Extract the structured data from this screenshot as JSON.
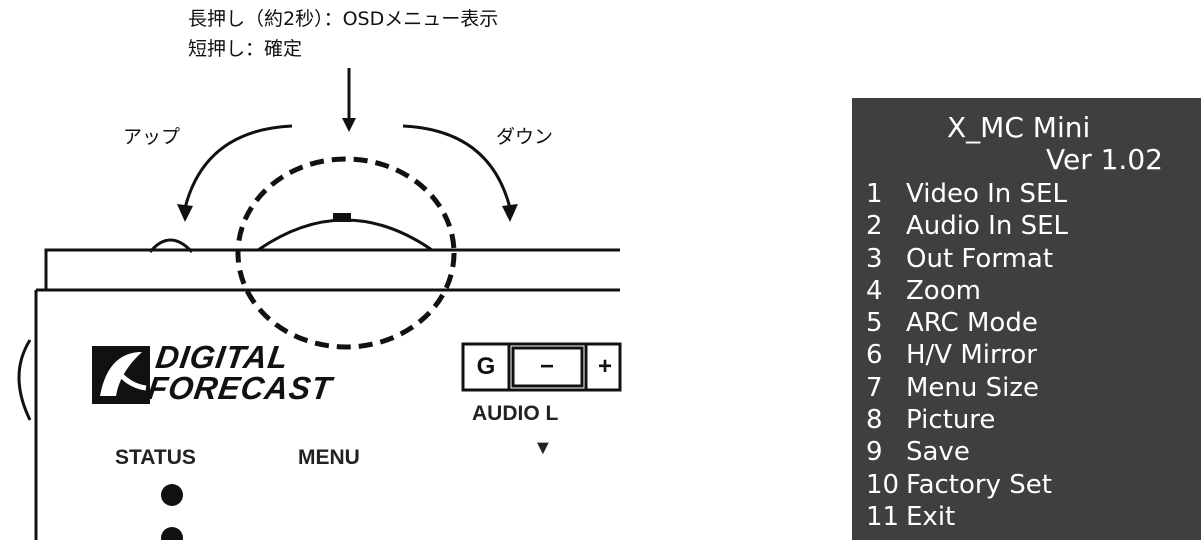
{
  "annotations": {
    "long_press": "長押し（約2秒）：OSDメニュー表示",
    "short_press": "短押し：確定",
    "up": "アップ",
    "down": "ダウン"
  },
  "device": {
    "logo_line1": "DIGITAL",
    "logo_line2": "FORECAST",
    "status_label": "STATUS",
    "menu_label": "MENU",
    "audio_label": "AUDIO L",
    "buttons": [
      "G",
      "−",
      "+"
    ],
    "audio_arrow": "▼"
  },
  "osd": {
    "title": "X_MC Mini",
    "version": "Ver  1.02",
    "items": [
      {
        "num": "1",
        "label": "Video In SEL"
      },
      {
        "num": "2",
        "label": "Audio In SEL"
      },
      {
        "num": "3",
        "label": "Out Format"
      },
      {
        "num": "4",
        "label": "Zoom"
      },
      {
        "num": "5",
        "label": "ARC Mode"
      },
      {
        "num": "6",
        "label": "H/V Mirror"
      },
      {
        "num": "7",
        "label": "Menu Size"
      },
      {
        "num": "8",
        "label": "Picture"
      },
      {
        "num": "9",
        "label": "Save"
      },
      {
        "num": "10",
        "label": "Factory Set"
      },
      {
        "num": "11",
        "label": "Exit"
      }
    ],
    "background_color": "#3f3f3f",
    "text_color": "#ffffff"
  }
}
